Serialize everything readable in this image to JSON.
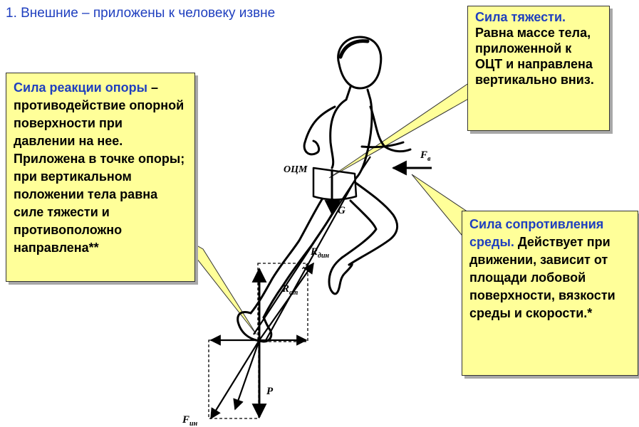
{
  "title": "1. Внешние – приложены к человеку извне",
  "support": {
    "heading": "Сила реакции опоры",
    "text": " – противодействие опорной поверхности при давлении на нее. Приложена в точке опоры; при вертикальном положении тела равна силе тяжести и противоположно направлена**"
  },
  "gravity": {
    "heading": "Сила тяжести.",
    "text": " Равна массе тела, приложенной к ОЦТ и направлена вертикально вниз."
  },
  "resistance": {
    "heading": "Сила сопротивления среды.",
    "text": " Действует при движении, зависит от площади лобовой поверхности, вязкости среды и скорости.*"
  },
  "labels": {
    "ocm": "ОЦМ",
    "g": "G",
    "fb": "F",
    "fb_sub": "в",
    "rdin": "R",
    "rdin_sub": "дин",
    "rst": "R",
    "rst_sub": "ст",
    "p": "P",
    "fin": "F",
    "fin_sub": "ин"
  },
  "colors": {
    "callout_bg": "#ffff99",
    "heading_blue": "#1f3fbf"
  }
}
